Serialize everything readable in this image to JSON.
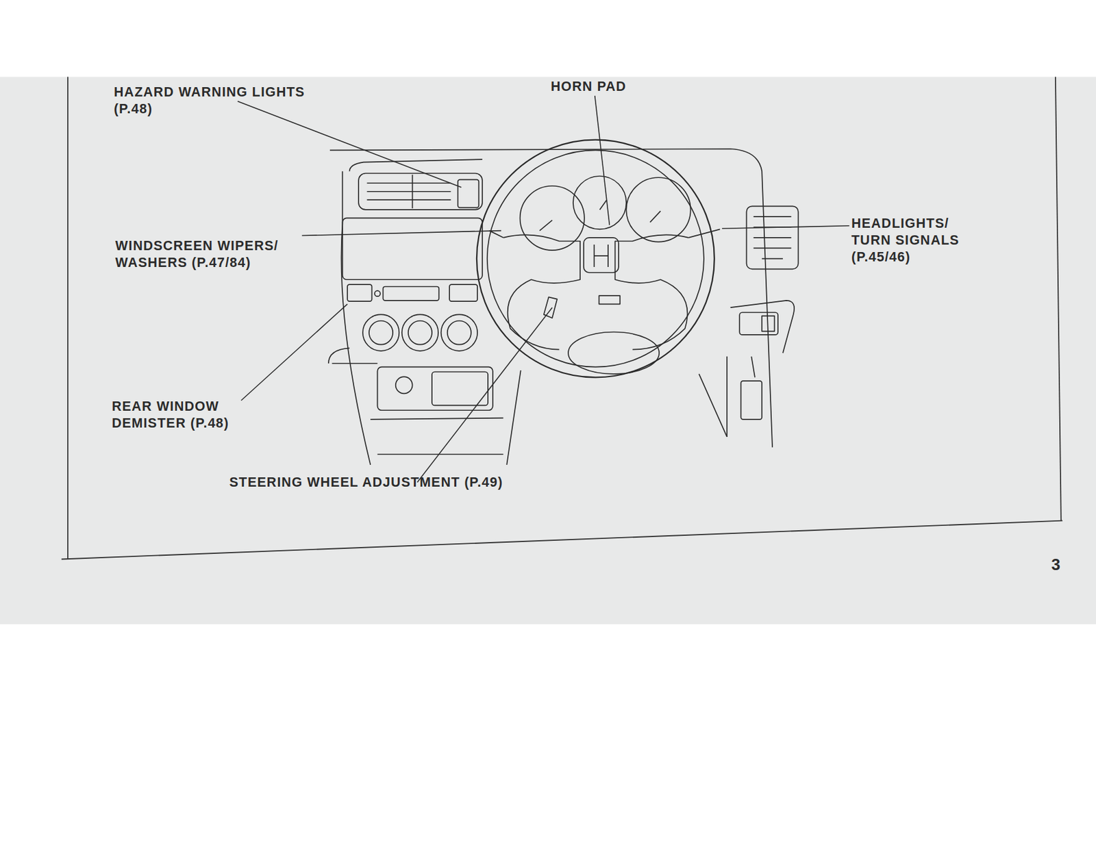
{
  "diagram": {
    "labels": [
      "HAZARD WARNING LIGHTS (P.48)",
      "HORN PAD",
      "WINDSCREEN WIPERS/ WASHERS (P.47/84)",
      "HEADLIGHTS/ TURN SIGNALS (P.45/46)",
      "REAR WINDOW DEMISTER (P.48)",
      "STEERING WHEEL ADJUSTMENT (P.49)",
      "3"
    ]
  }
}
